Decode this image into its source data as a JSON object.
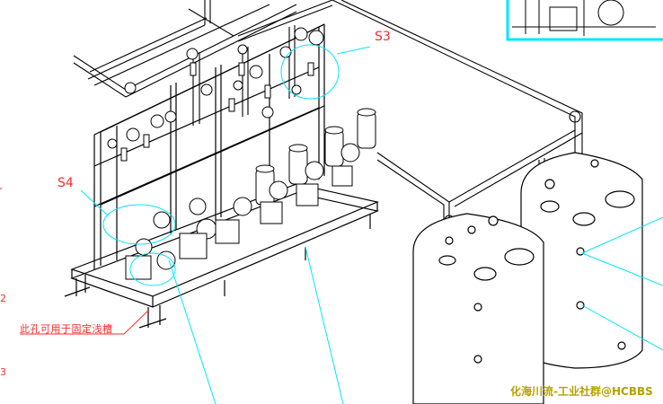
{
  "labels": {
    "s3": "S3",
    "s4": "S4",
    "note": "此孔可用于固定浅槽"
  },
  "watermark": "化海川流-工业社群@HCBBS",
  "edge_marks": [
    "2",
    "3"
  ],
  "colors": {
    "line": "#000000",
    "callout_line": "#00e5ff",
    "label_text": "#ff2a2a",
    "leader_red": "#ff2a2a",
    "watermark": "#b8a000",
    "background": "#ffffff"
  }
}
